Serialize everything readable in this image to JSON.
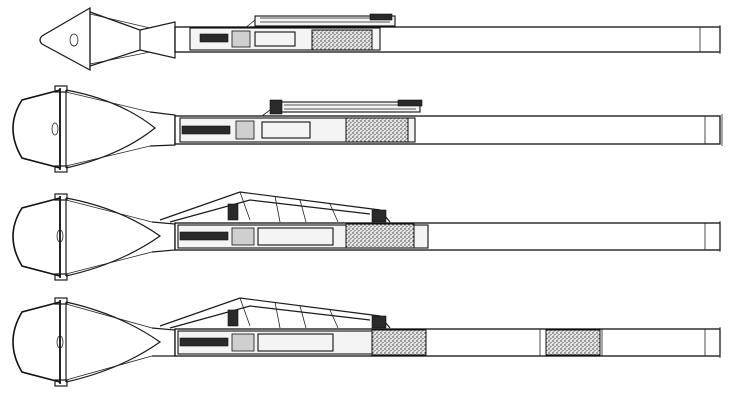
{
  "figure": {
    "drawings": [
      {
        "id": "variant-1",
        "warhead": "small-cone",
        "sight": "rail",
        "charge_sections": 1
      },
      {
        "id": "variant-2",
        "warhead": "large-ogive",
        "sight": "rail",
        "charge_sections": 1
      },
      {
        "id": "variant-3",
        "warhead": "large-ogive",
        "sight": "folding-frame",
        "charge_sections": 1
      },
      {
        "id": "variant-4",
        "warhead": "large-ogive",
        "sight": "folding-frame",
        "charge_sections": 2
      }
    ],
    "colors": {
      "ink": "#111111",
      "paper": "#ffffff",
      "stipple": "#9a9a9a"
    }
  }
}
